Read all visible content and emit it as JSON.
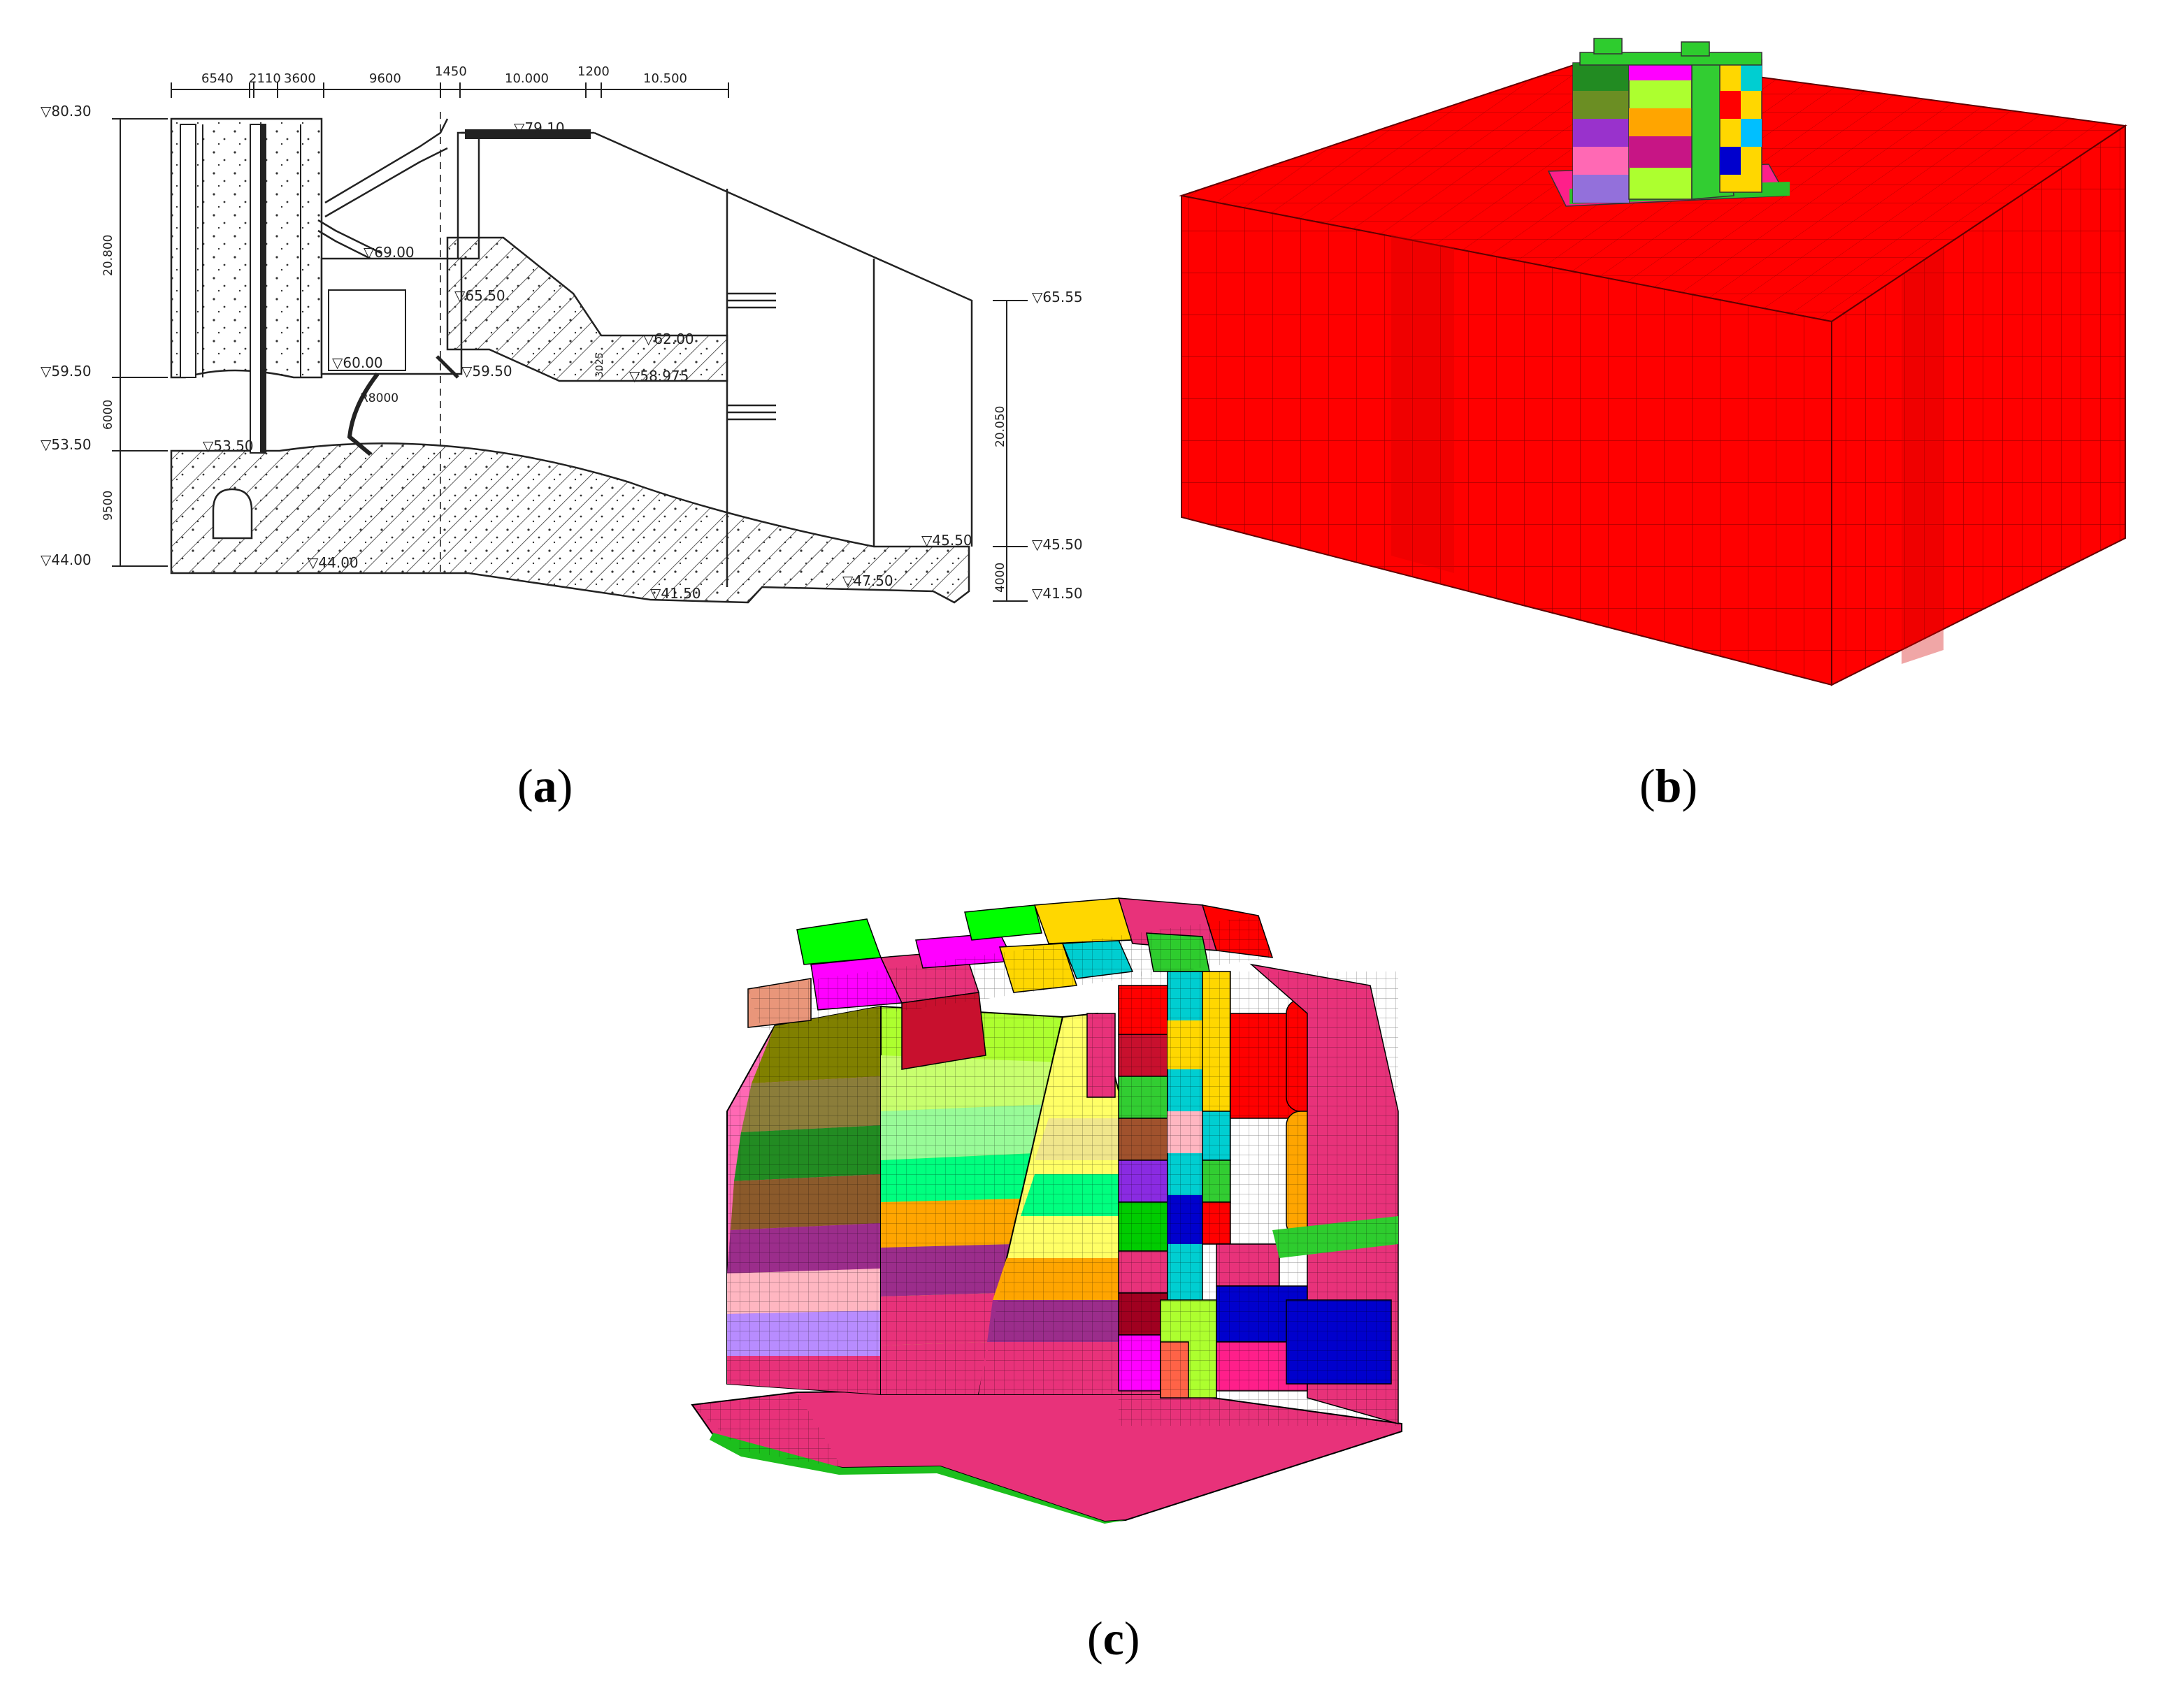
{
  "captions": {
    "a": {
      "open": "(",
      "letter": "a",
      "close": ")"
    },
    "b": {
      "open": "(",
      "letter": "b",
      "close": ")"
    },
    "c": {
      "open": "(",
      "letter": "c",
      "close": ")"
    }
  },
  "drawing_a": {
    "top_dimensions": [
      "6540",
      "2110",
      "3600",
      "9600",
      "1450",
      "10.000",
      "1200",
      "10.500"
    ],
    "left_elevations": [
      "▽80.30",
      "▽59.50",
      "▽53.50",
      "▽44.00"
    ],
    "left_dimensions": [
      "20.800",
      "6000",
      "9500"
    ],
    "right_elevations": [
      "▽65.55",
      "▽45.50",
      "▽41.50"
    ],
    "right_dimensions": [
      "20.050",
      "4000"
    ],
    "inner_labels": {
      "el_79_10": "▽79.10",
      "el_69_00": "▽69.00",
      "el_65_50": "▽65.50",
      "el_62_00": "▽62.00",
      "el_60_00": "▽60.00",
      "el_59_50_inner": "▽59.50",
      "el_58_975": "▽58.975",
      "el_53_50_inner": "▽53.50",
      "el_44_00_bottom": "▽44.00",
      "el_45_50_inner": "▽45.50",
      "el_41_50_inner": "▽41.50",
      "el_47_50": "▽47.50",
      "radius": "R8000",
      "small_dim": "3025"
    }
  },
  "colors": {
    "foundation": "#ff0000",
    "mesh_line": "#8a0000",
    "line": "#222222"
  }
}
